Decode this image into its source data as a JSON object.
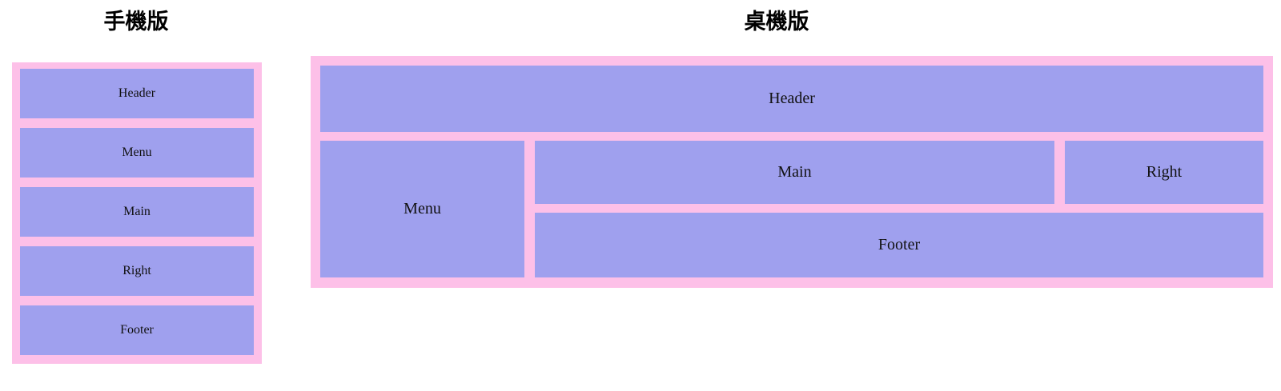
{
  "page": {
    "background_color": "#ffffff"
  },
  "colors": {
    "block_fill": "#9fa0ee",
    "container_fill": "#fdc0e8",
    "text": "#111111",
    "title_text": "#000000"
  },
  "mobile": {
    "title": "手機版",
    "layout": "single-column",
    "blocks": [
      {
        "label": "Header"
      },
      {
        "label": "Menu"
      },
      {
        "label": "Main"
      },
      {
        "label": "Right"
      },
      {
        "label": "Footer"
      }
    ]
  },
  "desktop": {
    "title": "桌機版",
    "layout": "holy-grail-grid",
    "blocks": [
      {
        "label": "Header"
      },
      {
        "label": "Menu"
      },
      {
        "label": "Main"
      },
      {
        "label": "Right"
      },
      {
        "label": "Footer"
      }
    ]
  }
}
